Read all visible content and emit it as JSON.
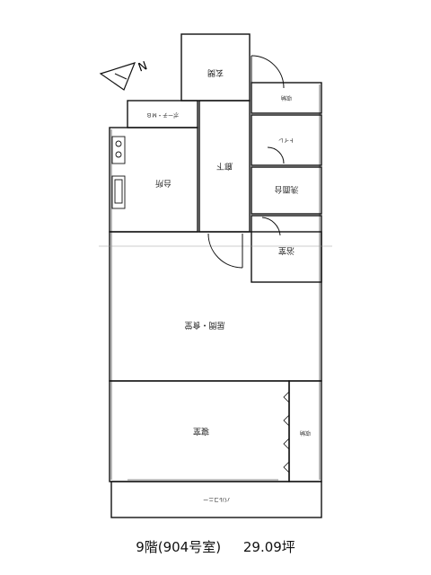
{
  "compass": {
    "label": "N"
  },
  "rooms": {
    "genkan": "玄関",
    "kitchen": "台所",
    "corridor": "廊下",
    "closet": "収納",
    "toilet": "トイレ",
    "washroom": "洗面台",
    "bath": "浴室",
    "living": "居間・食堂",
    "bedroom": "寝室",
    "side_storage": "収納",
    "balcony": "バルコニー",
    "utility": "ポーチ・ＭＢ"
  },
  "caption": {
    "floor_unit": "9階(904号室)",
    "area": "29.09坪"
  }
}
